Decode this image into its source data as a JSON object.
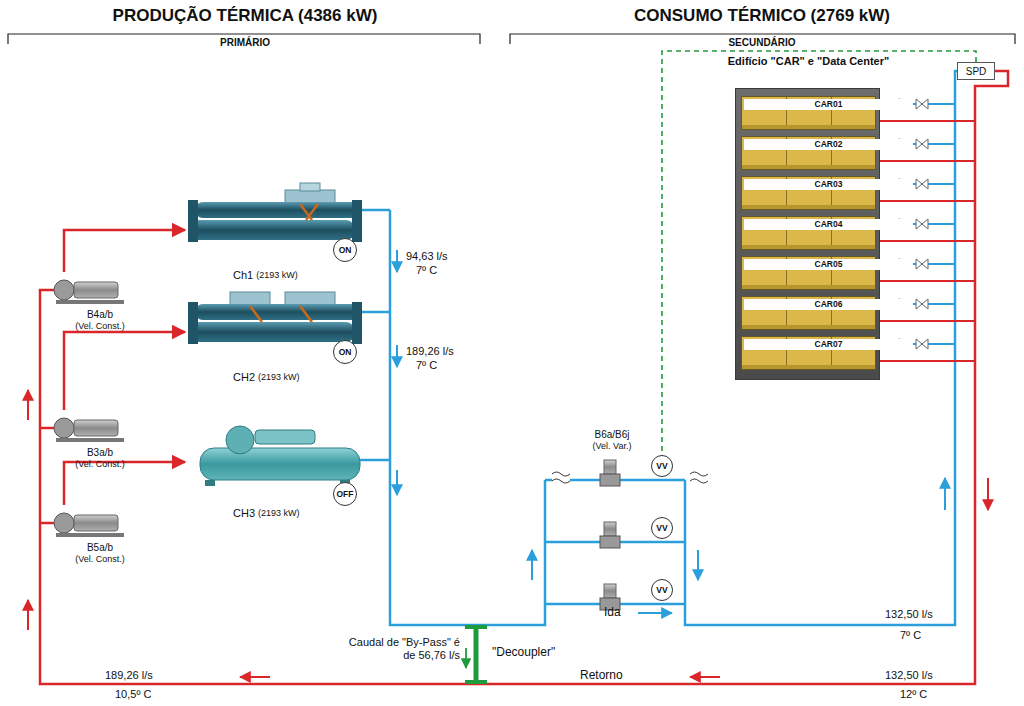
{
  "diagram": {
    "nodes": [
      {
        "text": [
          "Ch1",
          "(2193 kW)"
        ]
      },
      {
        "text": [
          "ON"
        ]
      },
      {
        "text": [
          "CH2",
          "(2193 kW)"
        ]
      },
      {
        "text": [
          "ON"
        ]
      },
      {
        "text": [
          "CH3",
          "(2193 kW)"
        ]
      },
      {
        "text": [
          "OFF"
        ]
      },
      {
        "text": [
          "B4a/b",
          "(Vel. Const.)"
        ]
      },
      {
        "text": [
          "B3a/b",
          "(Vel. Const.)"
        ]
      },
      {
        "text": [
          "B5a/b",
          "(Vel. Const.)"
        ]
      },
      {
        "text": [
          "B6a/B6j",
          "(Vel. Var.)"
        ]
      },
      {
        "text": [
          "VV"
        ]
      },
      {
        "text": [
          "VV"
        ]
      },
      {
        "text": [
          "VV"
        ]
      },
      {
        "text": [
          "Edifício \"CAR\" e \"Data Center\""
        ]
      },
      {
        "text": [
          "CAR01"
        ],
        "in": 13
      },
      {
        "text": [
          "CAR02"
        ],
        "in": 13
      },
      {
        "text": [
          "CAR03"
        ],
        "in": 13
      },
      {
        "text": [
          "CAR04"
        ],
        "in": 13
      },
      {
        "text": [
          "CAR05"
        ],
        "in": 13
      },
      {
        "text": [
          "CAR06"
        ],
        "in": 13
      },
      {
        "text": [
          "CAR07"
        ],
        "in": 13
      },
      {
        "text": [
          "SPD"
        ]
      }
    ],
    "edges": [
      {
        "from": 6,
        "to": 0,
        "arrow": "to"
      },
      {
        "from": 7,
        "to": 2,
        "arrow": "to"
      },
      {
        "from": 8,
        "to": 4,
        "arrow": "to"
      },
      {
        "from": 21,
        "to": 10,
        "arrow": "none"
      }
    ],
    "labels": [
      "PRODUÇÃO TÉRMICA (4386 kW)",
      "PRIMÁRIO",
      "CONSUMO TÉRMICO (2769 kW)",
      "SECUNDÁRIO",
      "94,63 l/s",
      "7º C",
      "189,26 l/s",
      "7º C",
      "Caudal de \"By-Pass\" é de 56,76 l/s",
      "\"Decoupler\"",
      "Ida",
      "132,50 l/s",
      "7º C",
      "Retorno",
      "132,50 l/s",
      "12º C",
      "189,26 l/s",
      "10,5º C"
    ]
  }
}
